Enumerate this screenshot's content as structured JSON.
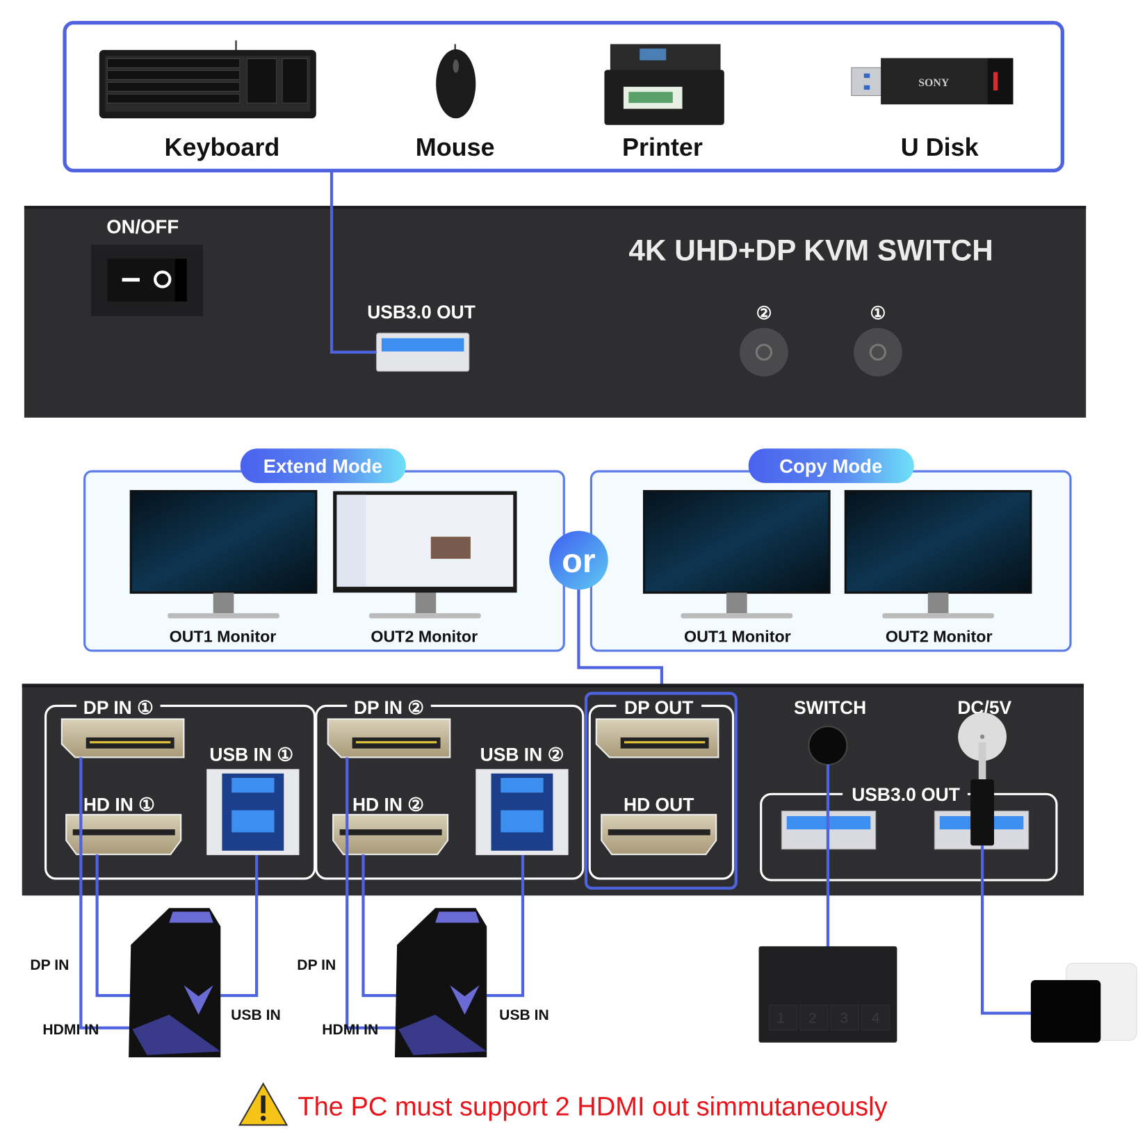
{
  "peripherals": {
    "items": [
      {
        "label": "Keyboard",
        "icon": "keyboard-icon"
      },
      {
        "label": "Mouse",
        "icon": "mouse-icon"
      },
      {
        "label": "Printer",
        "icon": "printer-icon"
      },
      {
        "label": "U Disk",
        "icon": "usb-drive-icon",
        "brand": "SONY"
      }
    ]
  },
  "front_panel": {
    "power_label": "ON/OFF",
    "title": "4K UHD+DP KVM SWITCH",
    "usb_out_label": "USB3.0 OUT",
    "button_2_label": "②",
    "button_1_label": "①"
  },
  "modes": {
    "extend": {
      "title": "Extend Mode",
      "monitor_1": "OUT1 Monitor",
      "monitor_2": "OUT2 Monitor"
    },
    "or_label": "or",
    "copy": {
      "title": "Copy Mode",
      "monitor_1": "OUT1 Monitor",
      "monitor_2": "OUT2 Monitor"
    }
  },
  "back_panel": {
    "dp_in_1": "DP IN ①",
    "hd_in_1": "HD IN ①",
    "usb_in_1": "USB IN ①",
    "dp_in_2": "DP IN ②",
    "hd_in_2": "HD IN ②",
    "usb_in_2": "USB IN ②",
    "dp_out": "DP OUT",
    "hd_out": "HD OUT",
    "switch": "SWITCH",
    "dc": "DC/5V",
    "usb_out": "USB3.0 OUT"
  },
  "pcs": [
    {
      "dp_label": "DP IN",
      "hdmi_label": "HDMI IN",
      "usb_label": "USB IN"
    },
    {
      "dp_label": "DP IN",
      "hdmi_label": "HDMI IN",
      "usb_label": "USB IN"
    }
  ],
  "remote_switch": {
    "keys": [
      "1",
      "2",
      "3",
      "4"
    ]
  },
  "warning": {
    "text": "The PC must support 2 HDMI out simmutaneously",
    "icon": "warning-icon"
  },
  "colors": {
    "accent": "#4f63e0",
    "panel": "#2e2e30",
    "warning_text": "#e8141c"
  }
}
